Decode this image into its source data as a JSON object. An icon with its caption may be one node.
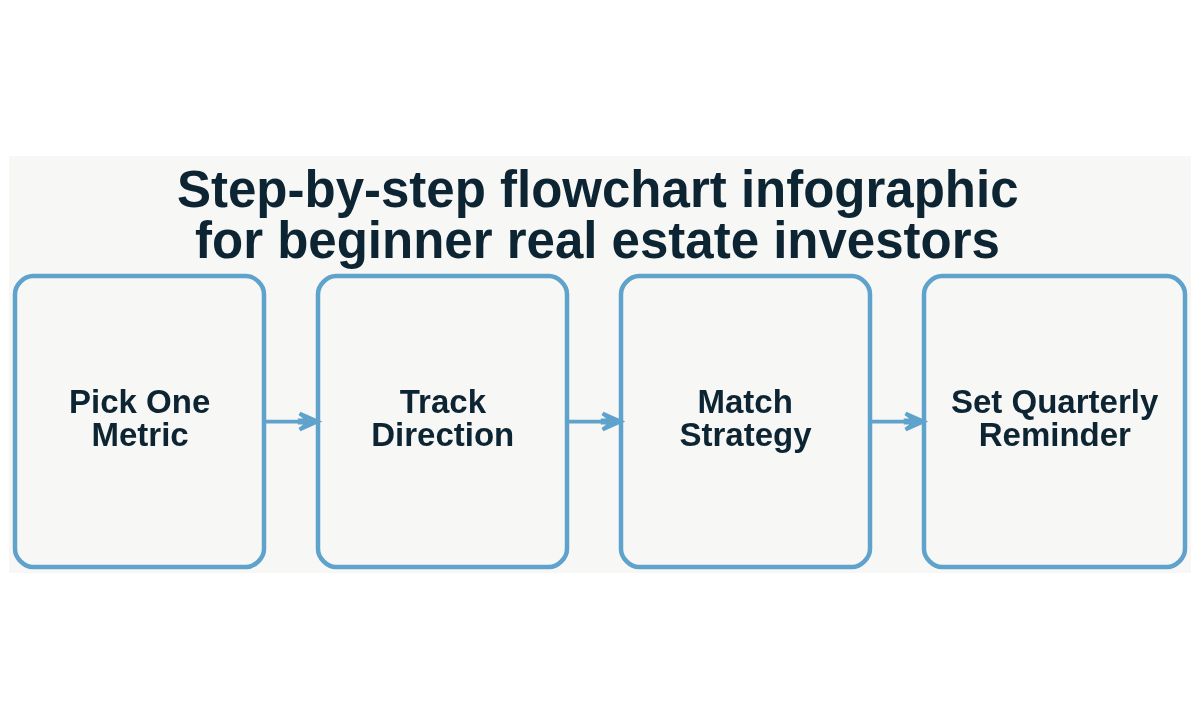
{
  "diagram": {
    "title": "Step-by-step flowchart infographic for beginner real estate investors",
    "nodes": [
      {
        "text": [
          "Pick One Metric"
        ]
      },
      {
        "text": [
          "Track Direction"
        ]
      },
      {
        "text": [
          "Match Strategy"
        ]
      },
      {
        "text": [
          "Set Quarterly Reminder"
        ]
      }
    ],
    "edges": [
      {
        "from": 0,
        "to": 1,
        "arrow": "to"
      },
      {
        "from": 1,
        "to": 2,
        "arrow": "to"
      },
      {
        "from": 2,
        "to": 3,
        "arrow": "to"
      }
    ]
  }
}
